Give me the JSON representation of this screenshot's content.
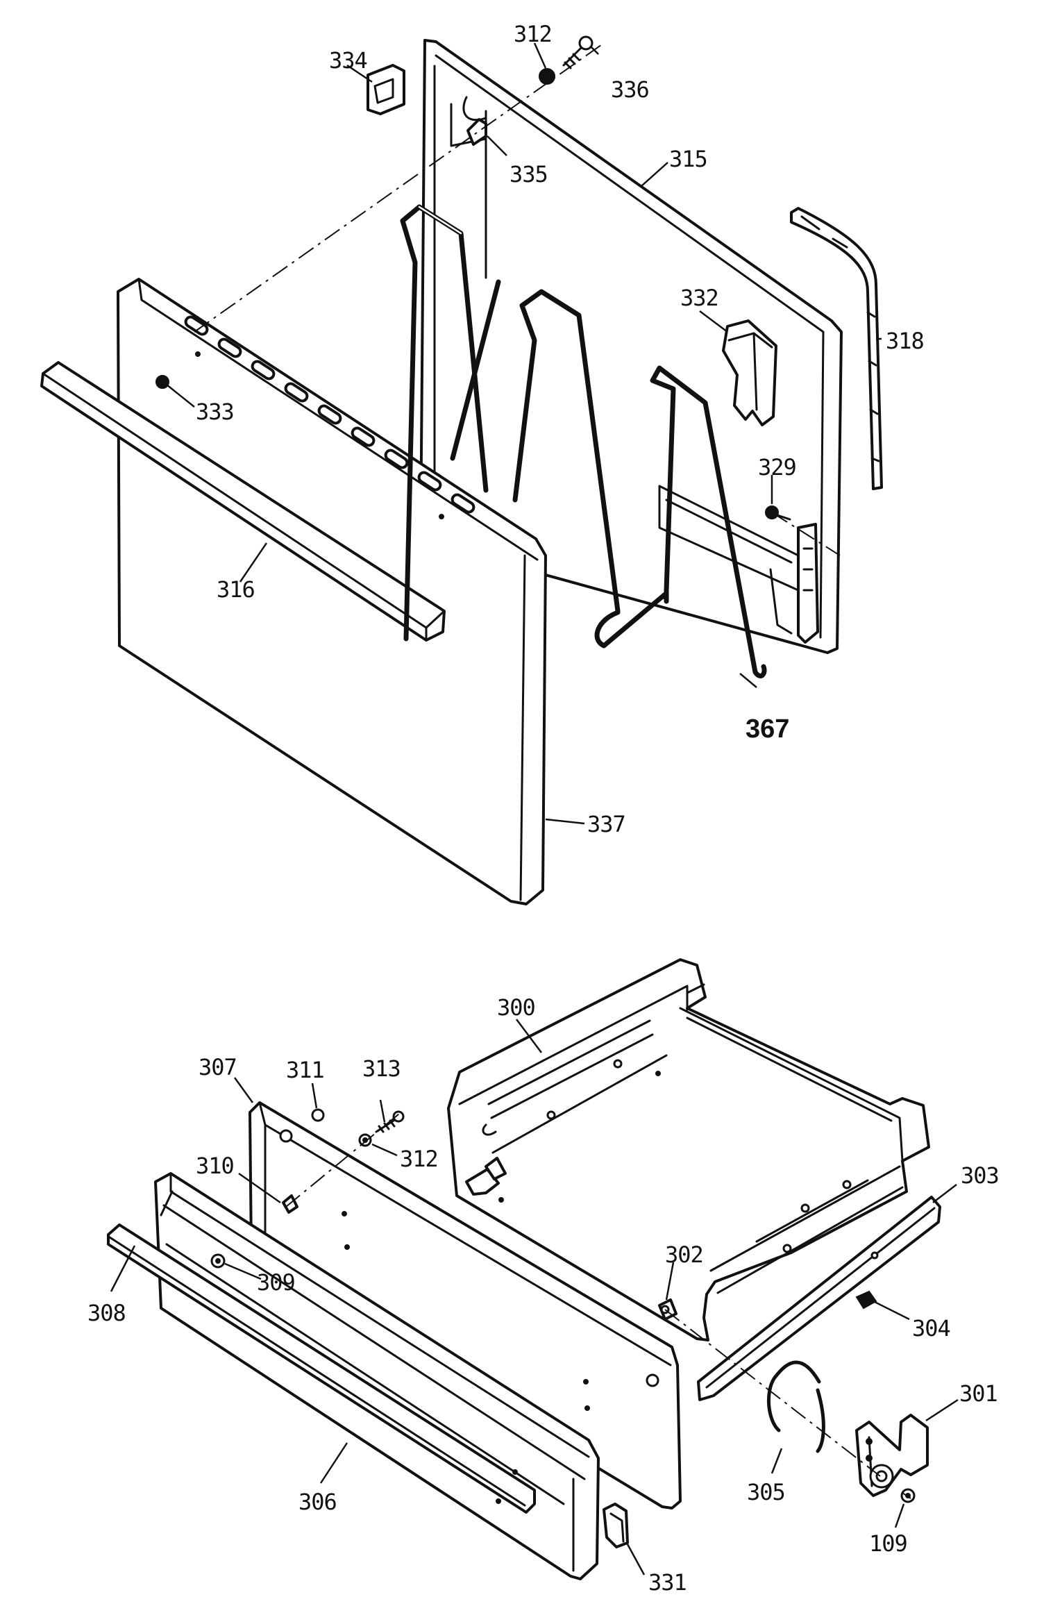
{
  "callouts": {
    "c312a": "312",
    "c336": "336",
    "c334": "334",
    "c335": "335",
    "c315": "315",
    "c318": "318",
    "c332": "332",
    "c333": "333",
    "c329": "329",
    "c316": "316",
    "c367": "367",
    "c337": "337",
    "c300": "300",
    "c307": "307",
    "c311": "311",
    "c313": "313",
    "c312b": "312",
    "c310": "310",
    "c303": "303",
    "c302": "302",
    "c309": "309",
    "c308": "308",
    "c304": "304",
    "c301": "301",
    "c305": "305",
    "c306": "306",
    "c109": "109",
    "c331": "331"
  }
}
